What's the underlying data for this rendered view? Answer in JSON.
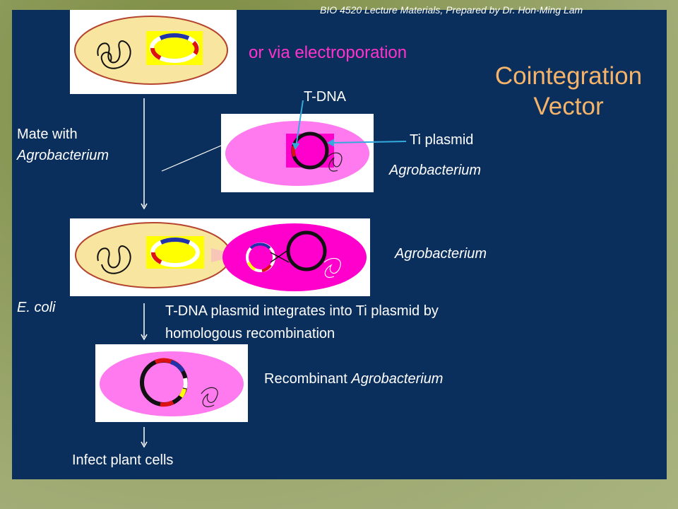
{
  "header_text": "BIO 4520 Lecture Materials, Prepared by Dr. Hon-Ming Lam",
  "title_line1": "Cointegration",
  "title_line2": "Vector",
  "electroporation_label": "or via electroporation",
  "tdna_label": "T-DNA",
  "ti_plasmid_label": "Ti plasmid",
  "agrobacterium_label_1": "Agrobacterium",
  "agrobacterium_label_2": "Agrobacterium",
  "mate_line1": "Mate with",
  "mate_line2": "Agrobacterium",
  "ecoli_label": "E. coli",
  "integrate_line1": "T-DNA plasmid integrates into Ti plasmid by",
  "integrate_line2": "homologous recombination",
  "recombinant_prefix": "Recombinant ",
  "recombinant_italic": "Agrobacterium",
  "infect_label": "Infect plant cells",
  "colors": {
    "slide_bg": "#0b2f5c",
    "title": "#f5b46a",
    "ecoli_fill": "#f8e6a0",
    "agro_fill": "#ff7aee",
    "plasmid_box": "#ffff00",
    "magenta_text": "#ff33cc",
    "arrow": "#33aadd"
  }
}
